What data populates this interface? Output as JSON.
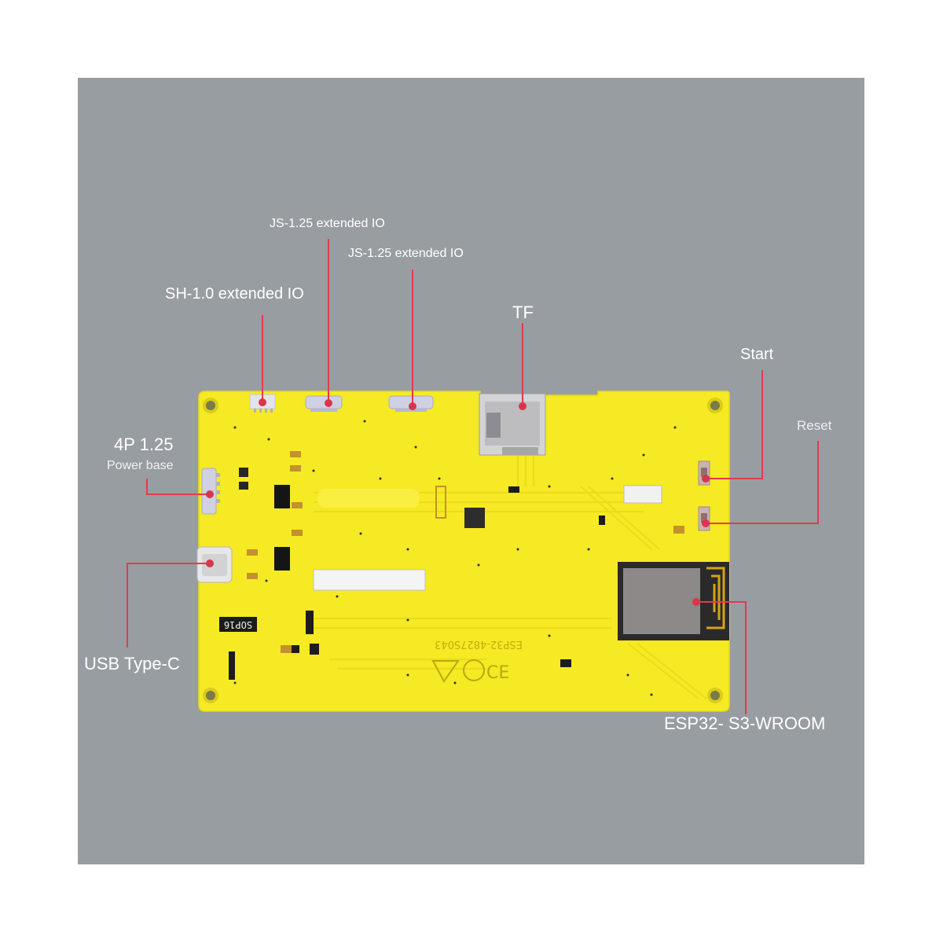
{
  "diagram": {
    "labels": {
      "js125_a": "JS-1.25 extended IO",
      "js125_b": "JS-1.25 extended IO",
      "sh10": "SH-1.0 extended IO",
      "tf": "TF",
      "start": "Start",
      "reset": "Reset",
      "power_title": "4P 1.25",
      "power_sub": "Power base",
      "usb": "USB Type-C",
      "esp": "ESP32- S3-WROOM"
    },
    "board_marks": {
      "sop16": "SOP16",
      "model": "ESP32-4827S043"
    },
    "colors": {
      "background": "#989da2",
      "board": "#f5ea23",
      "pointer": "#d9364b",
      "leader_line": "#e23b4e",
      "label_text": "#ffffff"
    }
  }
}
